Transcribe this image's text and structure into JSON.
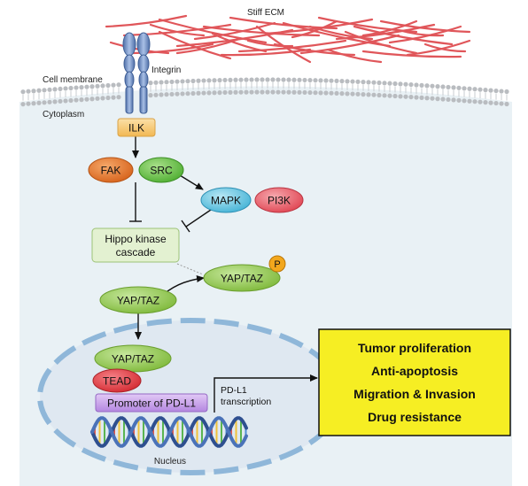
{
  "labels": {
    "stiff_ecm": "Stiff ECM",
    "cell_membrane": "Cell membrane",
    "cytoplasm": "Cytoplasm",
    "integrin": "Integrin",
    "nucleus": "Nucleus"
  },
  "nodes": {
    "ilk": "ILK",
    "fak": "FAK",
    "src": "SRC",
    "mapk": "MAPK",
    "pi3k": "PI3K",
    "hippo_line1": "Hippo kinase",
    "hippo_line2": "cascade",
    "yap_taz_phospho": "YAP/TAZ",
    "phospho": "P",
    "yap_taz_cyto": "YAP/TAZ",
    "yap_taz_nuclear": "YAP/TAZ",
    "tead": "TEAD",
    "promoter": "Promoter of PD-L1",
    "pdl1_line1": "PD-L1",
    "pdl1_line2": "transcription"
  },
  "outcomes": [
    "Tumor proliferation",
    "Anti-apoptosis",
    "Migration & Invasion",
    "Drug resistance"
  ],
  "colors": {
    "ecm_fiber": "#e0565a",
    "cytoplasm_fill": "#e9f1f5",
    "membrane": "#b9bcc0",
    "integrin": "#6f8fc4",
    "ilk": "#f6c572",
    "fak": "#ea7a2e",
    "src": "#6cc04a",
    "mapk": "#6fc9e4",
    "pi3k": "#ee6b74",
    "hippo": "#e3f1d1",
    "yap_taz": "#9bcc55",
    "phospho": "#f2a71d",
    "tead": "#e63a3f",
    "promoter": "#c79ee8",
    "nucleus_border": "#8fb7d9",
    "outcome_box": "#f6ee23"
  }
}
